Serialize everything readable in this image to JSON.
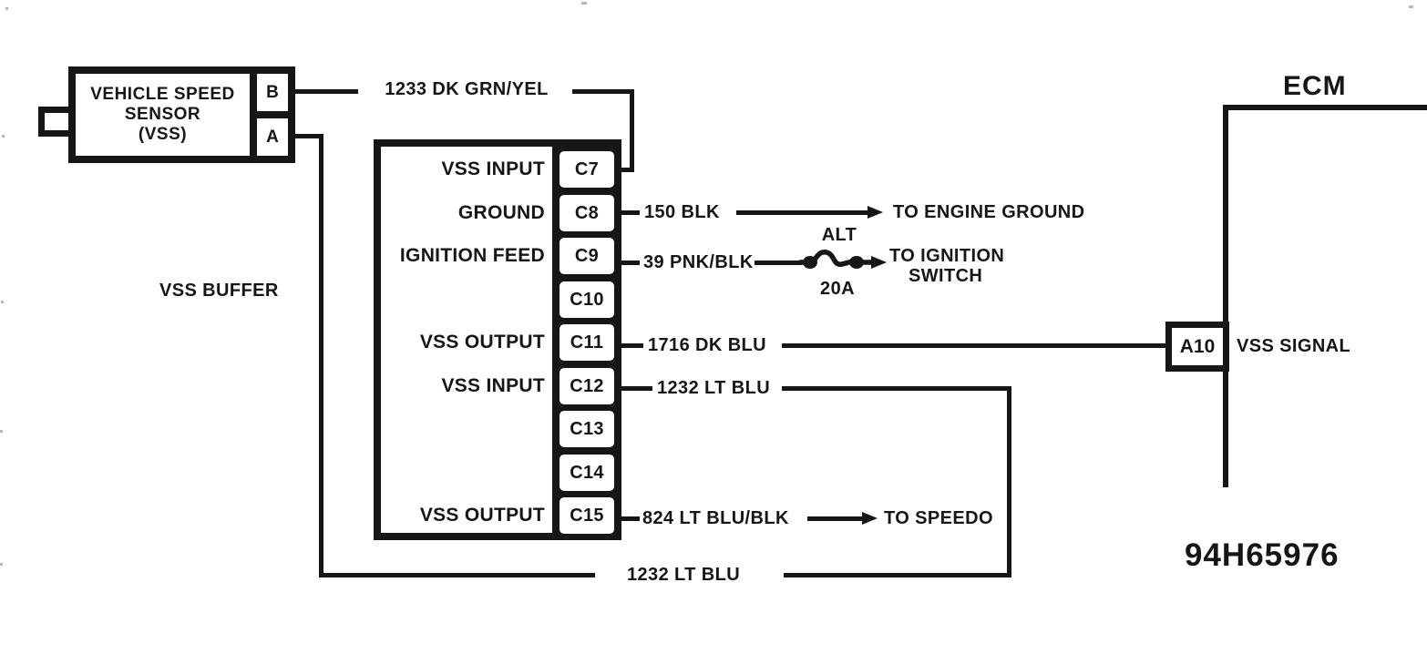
{
  "diagram": {
    "figure_id": "94H65976"
  },
  "vss_sensor": {
    "name_line1": "VEHICLE SPEED",
    "name_line2": "SENSOR",
    "name_line3": "(VSS)",
    "pin_top": "B",
    "pin_bottom": "A"
  },
  "vss_buffer": {
    "label": "VSS BUFFER",
    "pins": [
      {
        "id": "C7",
        "function": "VSS INPUT"
      },
      {
        "id": "C8",
        "function": "GROUND"
      },
      {
        "id": "C9",
        "function": "IGNITION FEED"
      },
      {
        "id": "C10",
        "function": ""
      },
      {
        "id": "C11",
        "function": "VSS OUTPUT"
      },
      {
        "id": "C12",
        "function": "VSS INPUT"
      },
      {
        "id": "C13",
        "function": ""
      },
      {
        "id": "C14",
        "function": ""
      },
      {
        "id": "C15",
        "function": "VSS OUTPUT"
      }
    ]
  },
  "ecm": {
    "label": "ECM",
    "pin": "A10",
    "signal_label": "VSS SIGNAL"
  },
  "fuse": {
    "name": "ALT",
    "rating": "20A"
  },
  "wires": {
    "sensor_b_to_c7": "1233 DK GRN/YEL",
    "c8_ground": "150 BLK",
    "c9_ignition": "39 PNK/BLK",
    "c11_to_ecm": "1716 DK BLU",
    "c12_input": "1232 LT BLU",
    "c15_to_speedo": "824 LT BLU/BLK",
    "sensor_a_to_c12": "1232 LT BLU"
  },
  "destinations": {
    "engine_ground": "TO ENGINE GROUND",
    "ignition_line1": "TO IGNITION",
    "ignition_line2": "SWITCH",
    "speedo": "TO SPEEDO"
  }
}
